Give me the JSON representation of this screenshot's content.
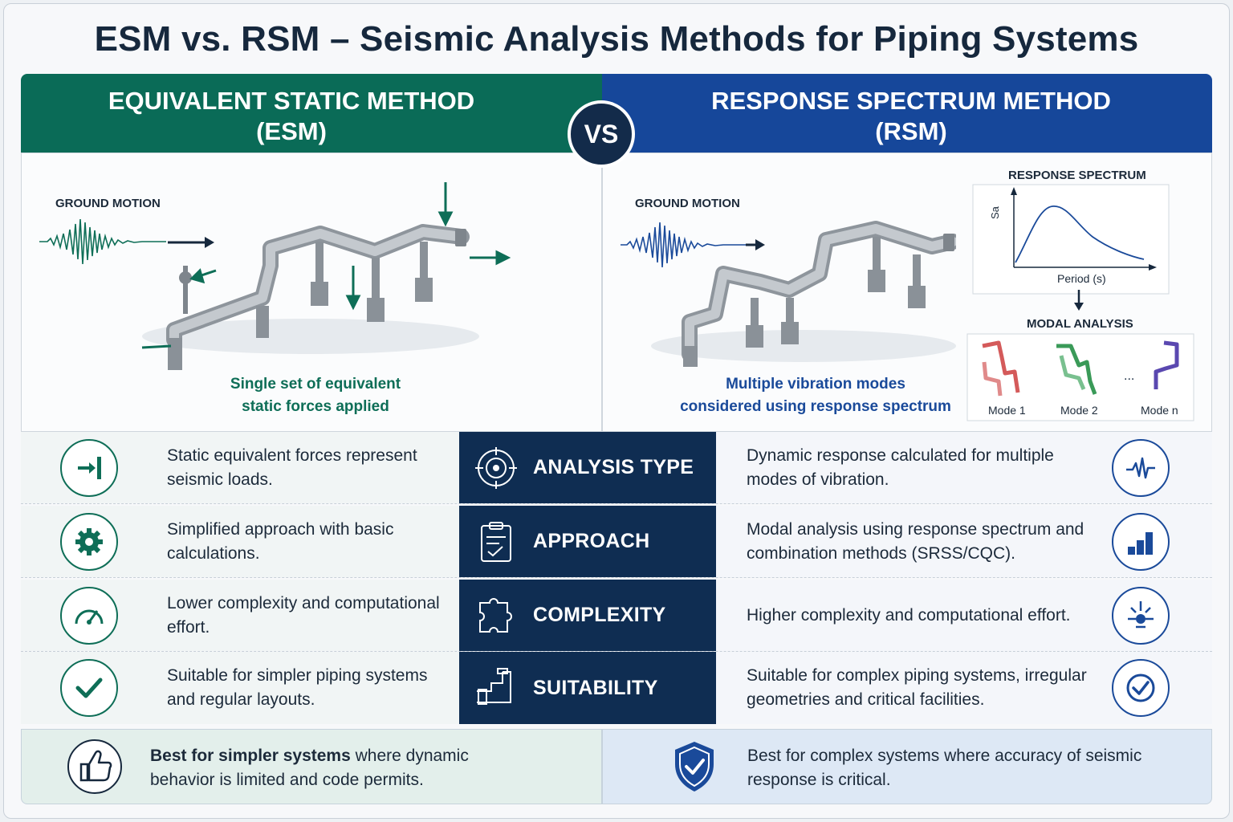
{
  "title": "ESM vs. RSM – Seismic Analysis Methods for Piping Systems",
  "vs": "VS",
  "esm": {
    "title_line1": "EQUIVALENT STATIC METHOD",
    "title_line2": "(ESM)",
    "ground_motion": "GROUND MOTION",
    "caption_line1": "Single set of equivalent",
    "caption_line2": "static forces applied",
    "color": "#0a6b57"
  },
  "rsm": {
    "title_line1": "RESPONSE SPECTRUM METHOD",
    "title_line2": "(RSM)",
    "ground_motion": "GROUND MOTION",
    "spectrum_title": "RESPONSE SPECTRUM",
    "spectrum_ylabel": "Sa",
    "spectrum_xlabel": "Period (s)",
    "modal_title": "MODAL ANALYSIS",
    "modes": [
      "Mode 1",
      "Mode 2",
      "Mode n"
    ],
    "modes_ellipsis": "...",
    "caption_line1": "Multiple vibration modes",
    "caption_line2": "considered using response spectrum",
    "color": "#16479a"
  },
  "rows": [
    {
      "category": "ANALYSIS TYPE",
      "esm": "Static equivalent forces represent seismic loads.",
      "rsm": "Dynamic response calculated for multiple modes of vibration.",
      "esm_icon": "arrow-to-wall-icon",
      "rsm_icon": "waveform-icon",
      "mid_icon": "target-icon"
    },
    {
      "category": "APPROACH",
      "esm": "Simplified approach with basic calculations.",
      "rsm": "Modal analysis using response spectrum and combination methods (SRSS/CQC).",
      "esm_icon": "gear-icon",
      "rsm_icon": "bar-chart-icon",
      "mid_icon": "clipboard-icon"
    },
    {
      "category": "COMPLEXITY",
      "esm": "Lower complexity and computational effort.",
      "rsm": "Higher complexity and computational effort.",
      "esm_icon": "gauge-icon",
      "rsm_icon": "network-icon",
      "mid_icon": "puzzle-icon"
    },
    {
      "category": "SUITABILITY",
      "esm": "Suitable for simpler piping systems and regular layouts.",
      "rsm": "Suitable for complex piping systems, irregular geometries and critical facilities.",
      "esm_icon": "checkmark-icon",
      "rsm_icon": "checkmark-circle-icon",
      "mid_icon": "pipe-icon"
    }
  ],
  "bottom": {
    "esm_bold": "Best for simpler systems",
    "esm_rest": " where dynamic behavior is limited and code permits.",
    "rsm": "Best for complex systems where accuracy of seismic response is critical."
  }
}
